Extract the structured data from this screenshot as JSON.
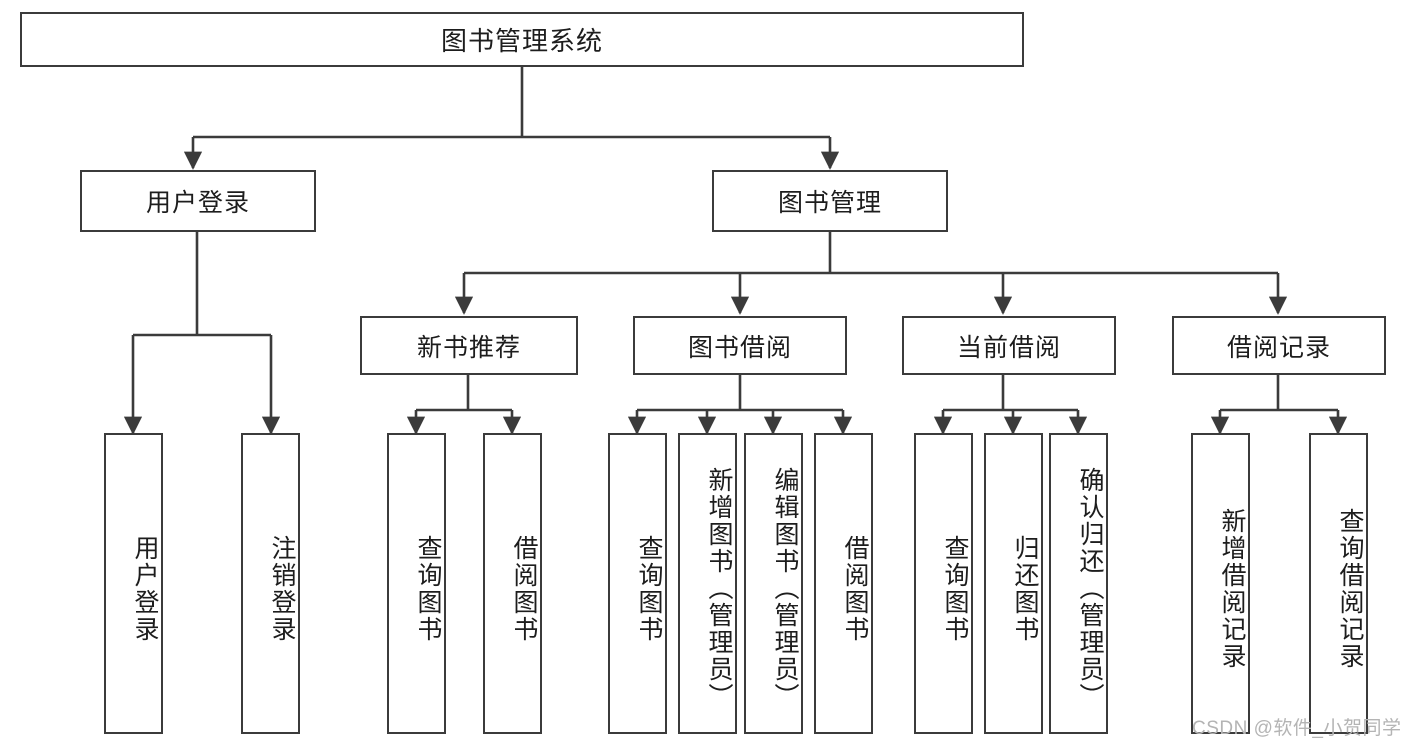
{
  "diagram": {
    "type": "hierarchy-tree",
    "title": "图书管理系统",
    "root": {
      "label": "图书管理系统"
    },
    "level2": [
      {
        "label": "用户登录"
      },
      {
        "label": "图书管理"
      }
    ],
    "level3": [
      {
        "label": "新书推荐"
      },
      {
        "label": "图书借阅"
      },
      {
        "label": "当前借阅"
      },
      {
        "label": "借阅记录"
      }
    ],
    "leaves": [
      {
        "label": "用户登录",
        "parent": "用户登录"
      },
      {
        "label": "注销登录",
        "parent": "用户登录"
      },
      {
        "label": "查询图书",
        "parent": "新书推荐"
      },
      {
        "label": "借阅图书",
        "parent": "新书推荐"
      },
      {
        "label": "查询图书",
        "parent": "图书借阅"
      },
      {
        "label": "新增图书（管理员）",
        "parent": "图书借阅"
      },
      {
        "label": "编辑图书（管理员）",
        "parent": "图书借阅"
      },
      {
        "label": "借阅图书",
        "parent": "图书借阅"
      },
      {
        "label": "查询图书",
        "parent": "当前借阅"
      },
      {
        "label": "归还图书",
        "parent": "当前借阅"
      },
      {
        "label": "确认归还（管理员）",
        "parent": "当前借阅"
      },
      {
        "label": "新增借阅记录",
        "parent": "借阅记录"
      },
      {
        "label": "查询借阅记录",
        "parent": "借阅记录"
      }
    ],
    "colors": {
      "stroke": "#3b3b3b",
      "fill": "#ffffff",
      "text": "#1d1d1d",
      "watermark": "#b4b4b4"
    }
  },
  "watermark": {
    "text": "CSDN @软件_小贺同学"
  }
}
